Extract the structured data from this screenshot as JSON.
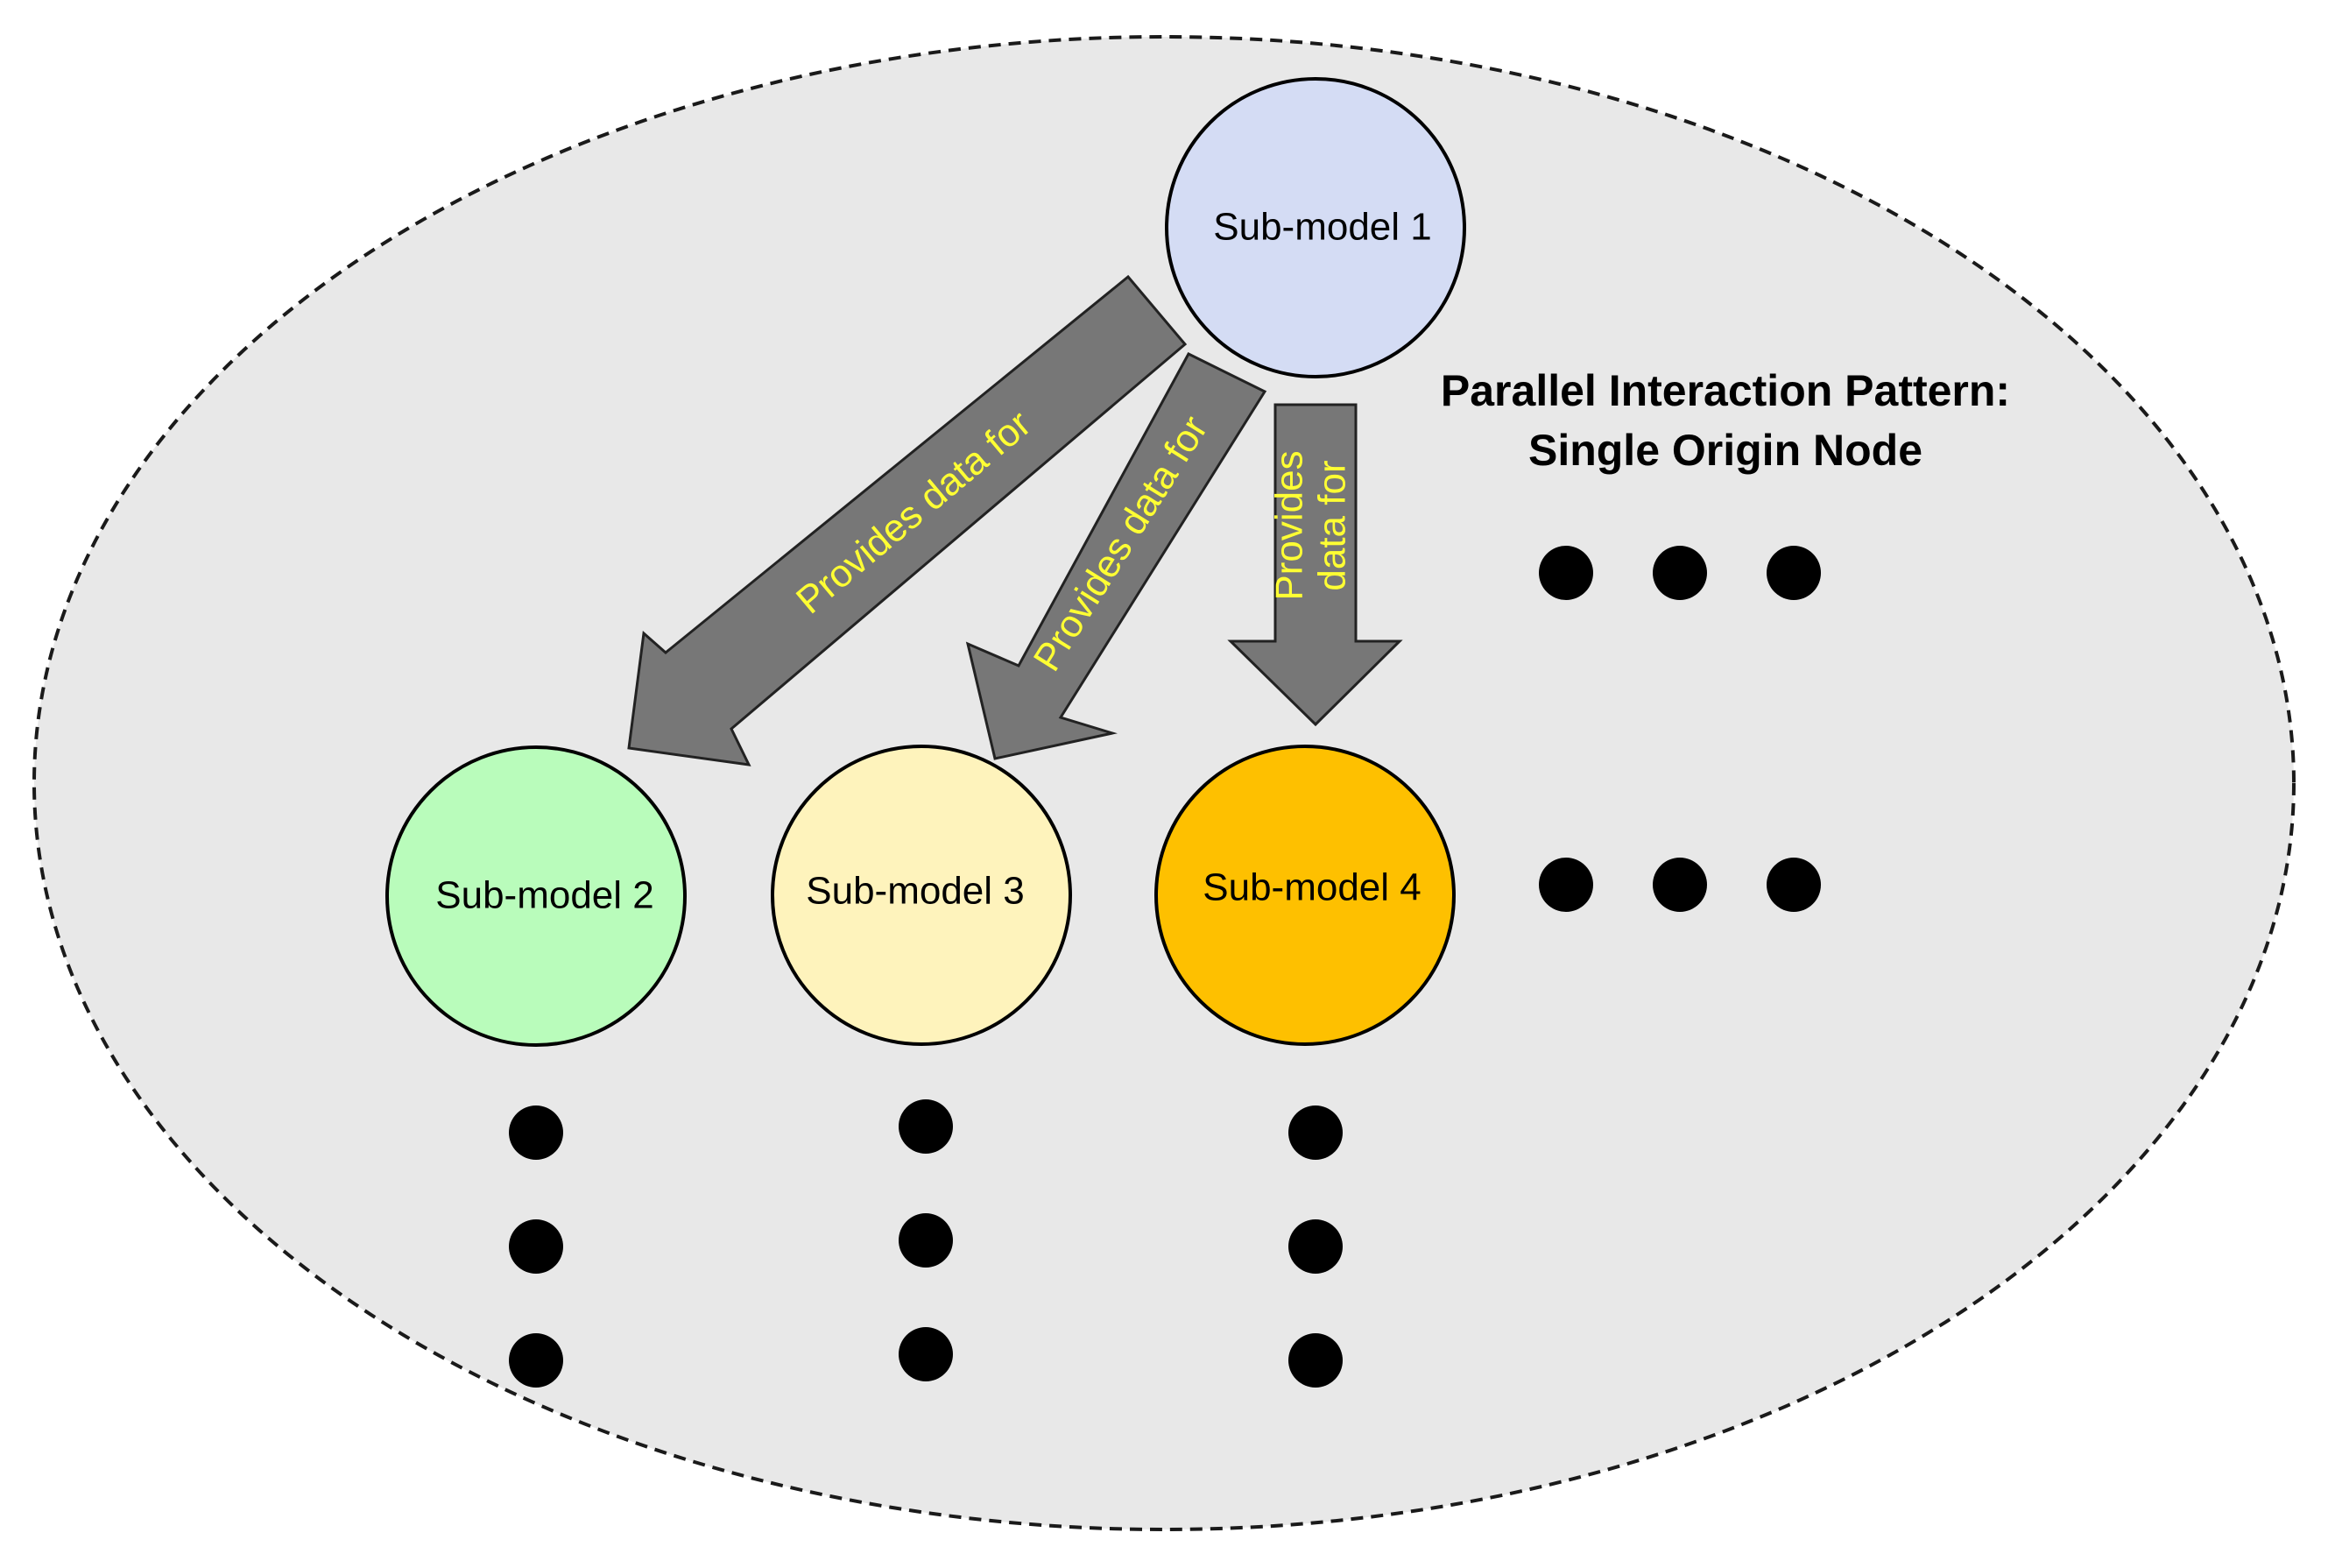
{
  "colors": {
    "container_fill": "#e8e8e8",
    "container_stroke": "#1a1a1a",
    "arrow_fill": "#777777",
    "arrow_stroke": "#222222",
    "arrow_label": "#ffff33",
    "node_stroke": "#000000",
    "dot": "#000000"
  },
  "title": {
    "line1": "Parallel Interaction Pattern:",
    "line2": "Single Origin Node"
  },
  "nodes": [
    {
      "id": "sub-model-1",
      "label": "Sub-model 1",
      "fill": "#d4dcf4"
    },
    {
      "id": "sub-model-2",
      "label": "Sub-model 2",
      "fill": "#b9fcbb"
    },
    {
      "id": "sub-model-3",
      "label": "Sub-model 3",
      "fill": "#fef3bc"
    },
    {
      "id": "sub-model-4",
      "label": "Sub-model 4",
      "fill": "#fec000"
    }
  ],
  "edges": [
    {
      "from": "sub-model-1",
      "to": "sub-model-2",
      "label": "Provides data for"
    },
    {
      "from": "sub-model-1",
      "to": "sub-model-3",
      "label": "Provides data for"
    },
    {
      "from": "sub-model-1",
      "to": "sub-model-4",
      "label_line1": "Provides",
      "label_line2": "data for"
    }
  ]
}
